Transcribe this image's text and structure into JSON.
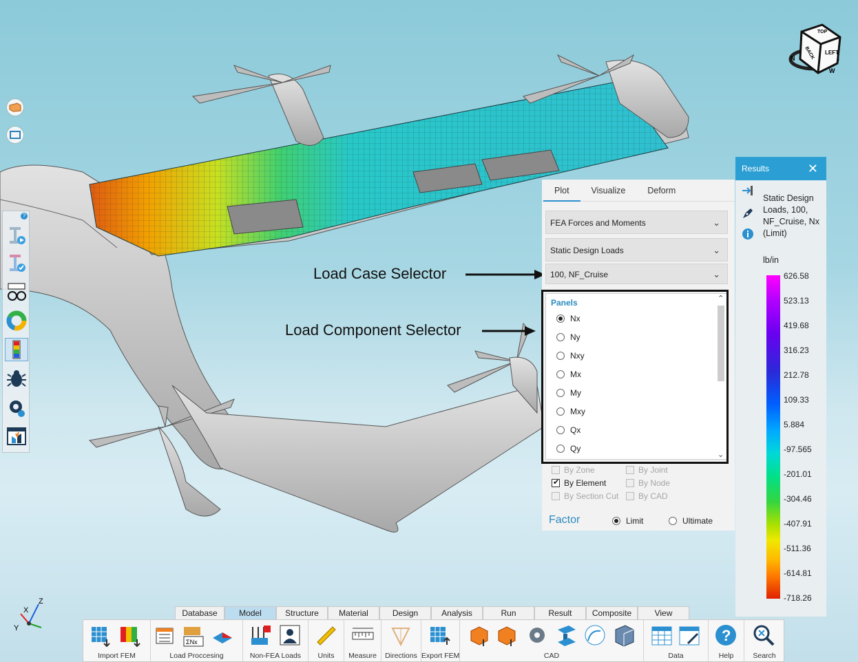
{
  "view_cube": {
    "faces": [
      "LEFT",
      "BACK",
      "TOP"
    ],
    "compass": [
      "N",
      "W"
    ]
  },
  "axis_triad": {
    "x": "X",
    "y": "Y",
    "z": "Z"
  },
  "left_floating_buttons": [
    "material-view-icon",
    "frame-view-icon"
  ],
  "left_toolbar": {
    "help": "?",
    "items": [
      "model-run-icon",
      "model-check-icon",
      "glasses-icon",
      "donut-chart-icon",
      "contour-plot-icon",
      "bug-icon",
      "settings-view-icon",
      "explode-view-icon"
    ]
  },
  "callouts": {
    "load_case": "Load Case Selector",
    "load_component": "Load Component Selector"
  },
  "plot_panel": {
    "tabs": [
      "Plot",
      "Visualize",
      "Deform"
    ],
    "result_type": "FEA Forces and Moments",
    "load_set": "Static Design Loads",
    "load_case": "100, NF_Cruise",
    "panels_title": "Panels",
    "components": [
      "Nx",
      "Ny",
      "Nxy",
      "Mx",
      "My",
      "Mxy",
      "Qx",
      "Qy"
    ],
    "selected_component": "Nx",
    "filters": {
      "by_zone": "By Zone",
      "by_joint": "By Joint",
      "by_element": "By Element",
      "by_node": "By Node",
      "by_section_cut": "By Section Cut",
      "by_cad": "By CAD"
    },
    "factor": {
      "label": "Factor",
      "limit": "Limit",
      "ultimate": "Ultimate",
      "selected": "Limit"
    }
  },
  "results_panel": {
    "title": "Results",
    "close": "✕",
    "description": "Static Design Loads, 100, NF_Cruise, Nx (Limit)",
    "unit": "lb/in",
    "scale_values": [
      "626.58",
      "523.13",
      "419.68",
      "316.23",
      "212.78",
      "109.33",
      "5.884",
      "-97.565",
      "-201.01",
      "-304.46",
      "-407.91",
      "-511.36",
      "-614.81",
      "-718.26"
    ]
  },
  "ribbon": {
    "tabs": [
      "Database",
      "Model",
      "Structure",
      "Material",
      "Design",
      "Analysis",
      "Run",
      "Result",
      "Composite",
      "View"
    ],
    "active_tab": "Model",
    "groups": {
      "import_fem": "Import FEM",
      "load_processing": "Load Proccesing",
      "non_fea_loads": "Non-FEA Loads",
      "units": "Units",
      "measure": "Measure",
      "directions": "Directions",
      "export_fem": "Export FEM",
      "cad": "CAD",
      "data": "Data",
      "help": "Help",
      "search": "Search"
    },
    "load_processing_sum": "ΣNx"
  },
  "colors": {
    "accent": "#2b9fd3",
    "ribbon_active": "#bcdcf0",
    "background_top": "#8ccad9"
  }
}
